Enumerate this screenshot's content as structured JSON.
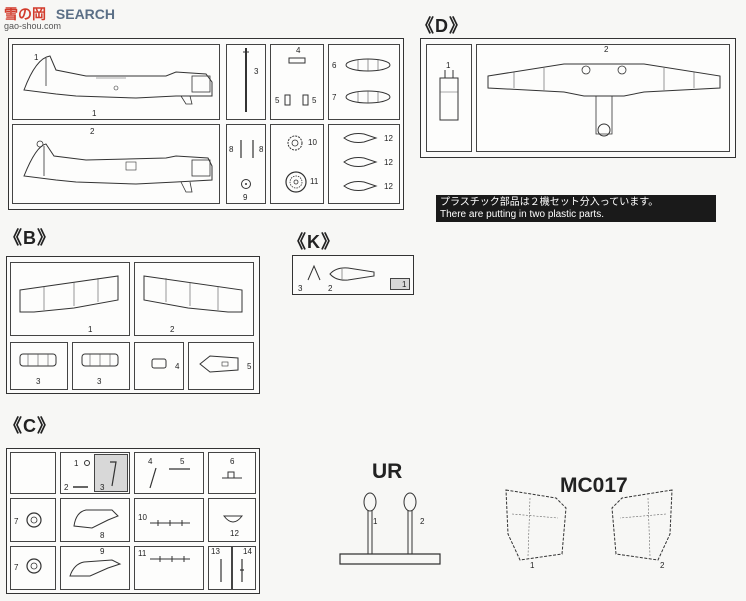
{
  "watermark": {
    "brand_cn": "雪の岡",
    "brand_en": "SEARCH",
    "url": "gao-shou.com"
  },
  "sections": {
    "A_missing": "",
    "B": "《B》",
    "C": "《C》",
    "D": "《D》",
    "K": "《K》"
  },
  "labels": {
    "ur": "UR",
    "mc": "MC017"
  },
  "note": {
    "jp": "プラスチック部品は２機セット分入っています。",
    "en": "There are putting in two plastic parts."
  },
  "parts": {
    "a1": "1",
    "a2": "2",
    "a3": "3",
    "a4": "4",
    "a5l": "5",
    "a5r": "5",
    "a6": "6",
    "a7": "7",
    "a8l": "8",
    "a8r": "8",
    "a9": "9",
    "a10": "10",
    "a11": "11",
    "a12a": "12",
    "a12b": "12",
    "a12c": "12",
    "d1": "1",
    "d2": "2",
    "b1": "1",
    "b2": "2",
    "b3a": "3",
    "b3b": "3",
    "b4": "4",
    "b5": "5",
    "k1": "1",
    "k2": "2",
    "k3": "3",
    "c1": "1",
    "c2": "2",
    "c3": "3",
    "c4": "4",
    "c5": "5",
    "c6": "6",
    "c7a": "7",
    "c7b": "7",
    "c8": "8",
    "c9": "9",
    "c10": "10",
    "c11": "11",
    "c12": "12",
    "c13": "13",
    "c14": "14",
    "ur1": "1",
    "ur2": "2",
    "mc1": "1",
    "mc2": "2"
  }
}
